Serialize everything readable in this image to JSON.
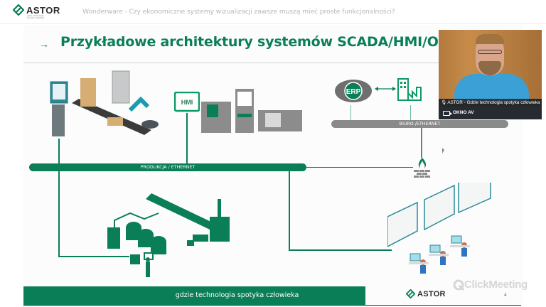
{
  "header": {
    "brand": "ASTOR",
    "brand_tagline": "gdzie technologia spotyka człowieka",
    "meeting_title": "Wonderware - Czy ekonomiczne systemy wizualizacji zawsze muszą mieć proste funkcjonalności?"
  },
  "slide": {
    "title_arrow": "→",
    "title": "Przykładowe architektury systemów SCADA/HMI/OMI",
    "production_bus_label": "PRODUKCJA / ETHERNET",
    "office_bus_label": "BIURO /ETHERNET",
    "erp_label": "ERP",
    "hmi_label": "HMI",
    "footer_text": "gdzie technologia spotyka człowieka",
    "footer_brand": "ASTOR",
    "page_number": "4",
    "colors": {
      "brand_green": "#0a7f57",
      "office_gray": "#8a8a8a"
    }
  },
  "video": {
    "caption": "ASTOR - Gdzie technologia spotyka człowieka",
    "window_label": "OKNO AV",
    "mic_icon": "microphone-icon",
    "camera_icon": "video-camera-icon"
  },
  "watermark": {
    "text": "ClickMeeting"
  }
}
